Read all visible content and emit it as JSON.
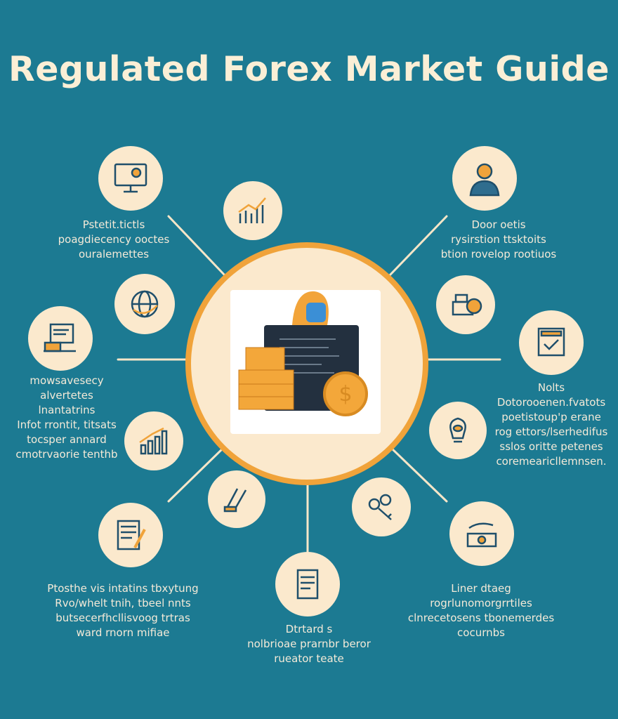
{
  "title": "Regulated Forex Market Guide",
  "colors": {
    "background": "#1c7a92",
    "circle": "#fbe9cd",
    "accent": "#f0a33a",
    "icon": "#1f4f6b"
  },
  "nodes": [
    {
      "id": "monitor",
      "icon": "monitor-dollar-icon",
      "label": "Pstetit.tictls\npoagdiecency ooctes\nouralemettes"
    },
    {
      "id": "chart",
      "icon": "growth-chart-icon",
      "label": ""
    },
    {
      "id": "advisor",
      "icon": "advisor-person-icon",
      "label": "Door oetis\nrysirstion ttsktoits\nbtion rovelop rootiuos"
    },
    {
      "id": "globe",
      "icon": "globe-icon",
      "label": ""
    },
    {
      "id": "cash",
      "icon": "cash-register-icon",
      "label": ""
    },
    {
      "id": "laptop",
      "icon": "laptop-trading-icon",
      "label": "mowsavesecy\nalvertetes\nlnantatrins\nInfot rrontit, titsats\ntocsper annard\ncmotrvaorie tenthb"
    },
    {
      "id": "checklist",
      "icon": "checklist-icon",
      "label": "Nolts\nDotorooenen.fvatots\npoetistoup'p erane\nrog ettors/lserhedifus\nsslos oritte petenes\ncoremearicllemnsen."
    },
    {
      "id": "bars",
      "icon": "bar-chart-icon",
      "label": ""
    },
    {
      "id": "bulb",
      "icon": "lightbulb-icon",
      "label": ""
    },
    {
      "id": "tools",
      "icon": "tools-icon",
      "label": ""
    },
    {
      "id": "keys",
      "icon": "keys-icon",
      "label": ""
    },
    {
      "id": "document",
      "icon": "document-pen-icon",
      "label": "Ptosthe vis intatins tbxytung\nRvo/whelt tnih, tbeel nnts\nbutsecerfhcllisvoog trtras\nward rnorn mifiae"
    },
    {
      "id": "page",
      "icon": "page-icon",
      "label": "Dtrtard s\nnolbrioae prarnbr beror\nrueator teate"
    },
    {
      "id": "banknote",
      "icon": "banknote-icon",
      "label": "Liner dtaeg\nrogrlunomorgrrtiles\nclnrecetosens tbonemerdes\ncocurnbs"
    }
  ]
}
